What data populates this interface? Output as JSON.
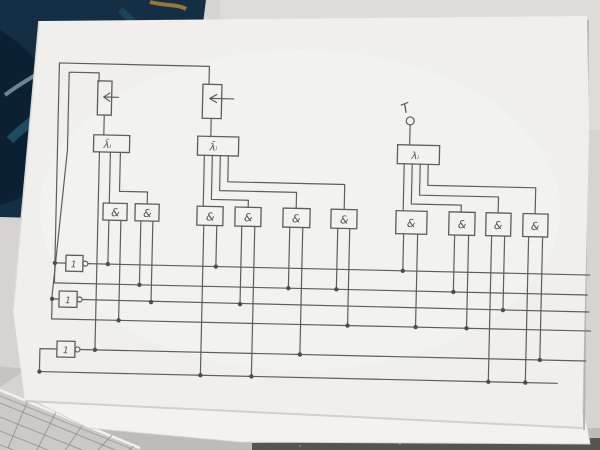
{
  "photo": {
    "description": "hand-drawn logic circuit schematic on a tilted white sheet of paper",
    "wall_color": "#d6d4d1",
    "paper_color": "#f0efed",
    "under_sheet_color": "#f3f2ee",
    "ink_color": "#5f5d58",
    "painting_color": "#142e44",
    "painting_accent_colors": [
      "#2a5d72",
      "#0a1d30",
      "#a87f35",
      "#7fa0ad"
    ],
    "ruler_color": "#cbc9c5",
    "ruler_grid_color": "#8e8c88",
    "desk_color": "#bebcb8",
    "desk_edge_strip_color": "#56544f"
  },
  "circuit": {
    "clock_label": "T",
    "register_arrow_icon": "left-arrow",
    "decoder_labels": [
      "λ̄ᵢ",
      "λ̄ᵢ",
      "λᵢ"
    ],
    "and_label": "&",
    "not_label": "1",
    "counts": {
      "shift_registers": 2,
      "decoders": 3,
      "and_gates": 10,
      "inverters": 3,
      "bus_lines": 6
    }
  }
}
